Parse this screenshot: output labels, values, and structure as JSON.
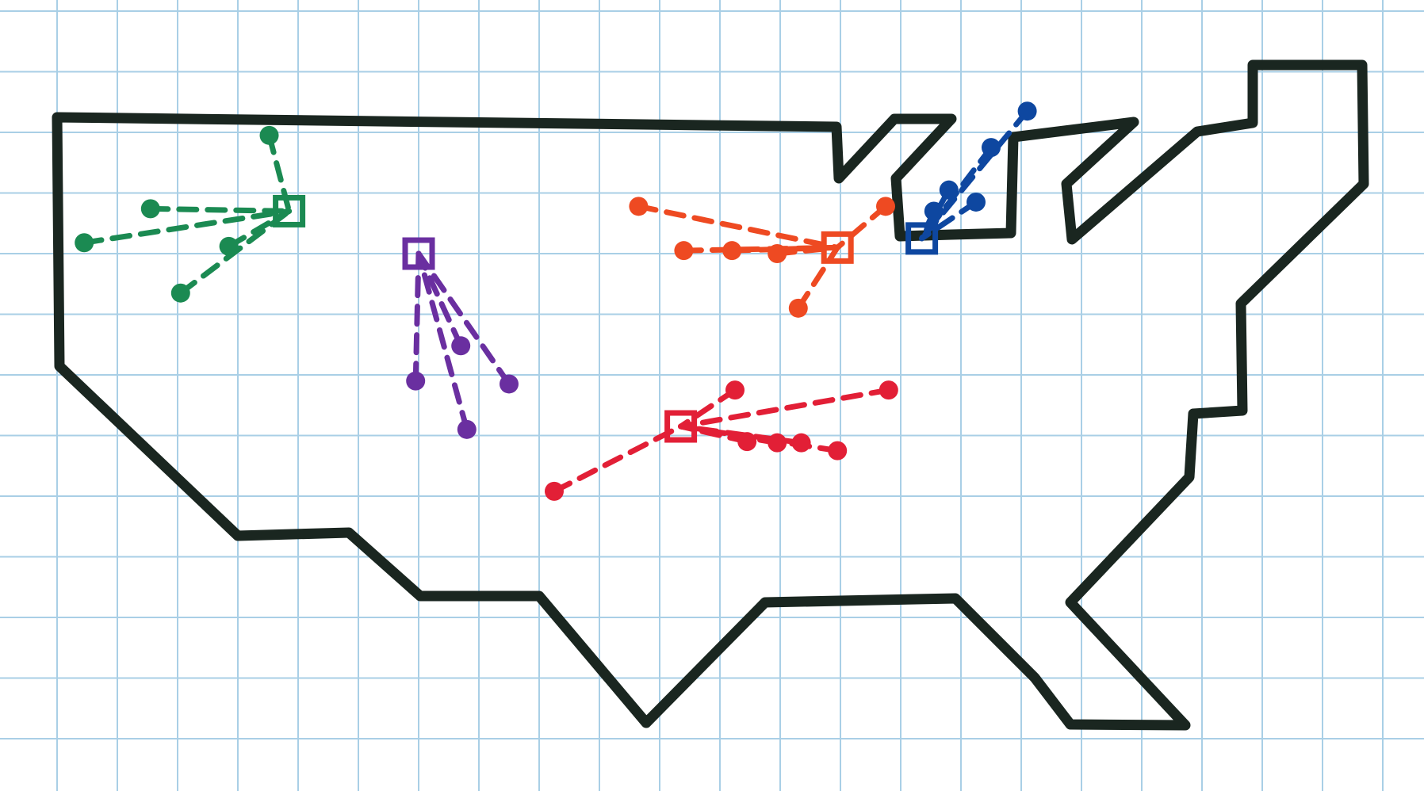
{
  "paper": {
    "background": "#ffffff",
    "grid_color": "#a9cfe6"
  },
  "outline_color": "#1a2620",
  "clusters": [
    {
      "name": "green",
      "color": "#1b8a52",
      "hub": [
        4.35,
        2.8
      ],
      "nodes": [
        [
          4.02,
          1.55
        ],
        [
          2.05,
          2.76
        ],
        [
          0.95,
          3.32
        ],
        [
          3.35,
          3.38
        ],
        [
          2.55,
          4.15
        ]
      ]
    },
    {
      "name": "purple",
      "color": "#6a2fa0",
      "hub": [
        6.5,
        3.5
      ],
      "nodes": [
        [
          7.2,
          5.02
        ],
        [
          6.45,
          5.6
        ],
        [
          8.0,
          5.65
        ],
        [
          7.3,
          6.4
        ]
      ]
    },
    {
      "name": "orange",
      "color": "#ee4a22",
      "hub": [
        13.45,
        3.4
      ],
      "nodes": [
        [
          10.15,
          2.72
        ],
        [
          14.25,
          2.72
        ],
        [
          10.9,
          3.45
        ],
        [
          11.7,
          3.45
        ],
        [
          12.45,
          3.5
        ],
        [
          12.8,
          4.4
        ]
      ]
    },
    {
      "name": "blue",
      "color": "#0e47a0",
      "hub": [
        14.85,
        3.25
      ],
      "nodes": [
        [
          16.6,
          1.15
        ],
        [
          16.0,
          1.75
        ],
        [
          15.3,
          2.45
        ],
        [
          15.75,
          2.65
        ],
        [
          15.05,
          2.8
        ]
      ]
    },
    {
      "name": "red",
      "color": "#e21f36",
      "hub": [
        10.85,
        6.35
      ],
      "nodes": [
        [
          11.75,
          5.75
        ],
        [
          14.3,
          5.75
        ],
        [
          11.95,
          6.6
        ],
        [
          12.45,
          6.62
        ],
        [
          12.85,
          6.62
        ],
        [
          13.45,
          6.75
        ],
        [
          8.75,
          7.42
        ]
      ]
    }
  ]
}
